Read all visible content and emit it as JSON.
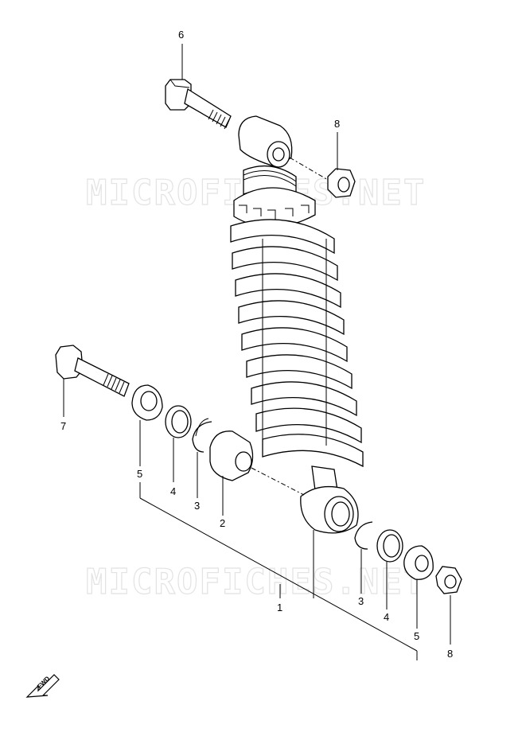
{
  "watermark": "MICROFICHES.NET",
  "callouts": {
    "c1": "1",
    "c2": "2",
    "c3a": "3",
    "c3b": "3",
    "c4a": "4",
    "c4b": "4",
    "c5a": "5",
    "c5b": "5",
    "c6": "6",
    "c7": "7",
    "c8a": "8",
    "c8b": "8"
  },
  "fwd_label": "FWD",
  "icons": [
    "fwd-arrow-icon"
  ]
}
